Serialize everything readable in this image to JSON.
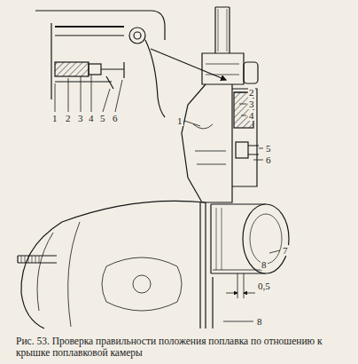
{
  "diagram": {
    "caption": "Рис. 53. Проверка правильности положения поплавка по отношению к крышке поплавковой камеры",
    "labels": [
      "1",
      "2",
      "3",
      "4",
      "5",
      "6",
      "1",
      "2",
      "3",
      "4",
      "5",
      "6",
      "7",
      "8",
      "0,5",
      "8"
    ]
  }
}
